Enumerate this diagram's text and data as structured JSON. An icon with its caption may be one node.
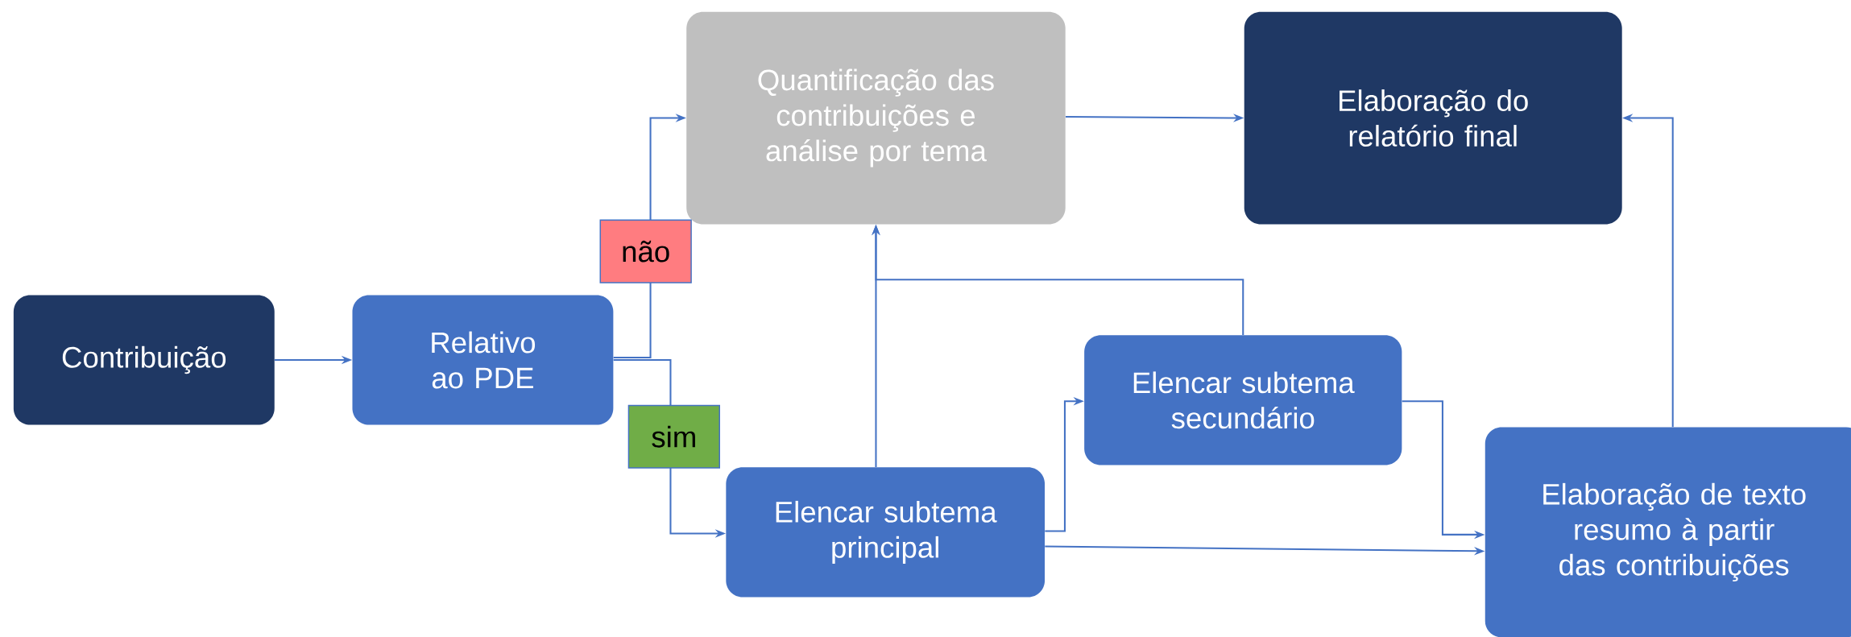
{
  "diagram": {
    "nodes": [
      {
        "text": [
          "Contribuição"
        ]
      },
      {
        "text": [
          "Relativo ao PDE"
        ]
      },
      {
        "text": [
          "Quantificação das contribuições e análise por tema"
        ]
      },
      {
        "text": [
          "Elaboração do relatório final"
        ]
      },
      {
        "text": [
          "Elencar subtema principal"
        ]
      },
      {
        "text": [
          "Elencar subtema secundário"
        ]
      },
      {
        "text": [
          "Elaboração de texto resumo à partir das contribuições"
        ]
      }
    ],
    "edges": [
      {
        "from": 0,
        "to": 1,
        "arrow": "to"
      },
      {
        "from": 1,
        "to": 2,
        "arrow": "to",
        "label": "não"
      },
      {
        "from": 1,
        "to": 4,
        "arrow": "to",
        "label": "sim"
      },
      {
        "from": 4,
        "to": 2,
        "arrow": "to"
      },
      {
        "from": 5,
        "to": 2,
        "arrow": "to"
      },
      {
        "from": 4,
        "to": 5,
        "arrow": "to"
      },
      {
        "from": 4,
        "to": 6,
        "arrow": "to"
      },
      {
        "from": 5,
        "to": 6,
        "arrow": "to"
      },
      {
        "from": 6,
        "to": 3,
        "arrow": "to"
      },
      {
        "from": 2,
        "to": 3,
        "arrow": "to"
      }
    ]
  }
}
